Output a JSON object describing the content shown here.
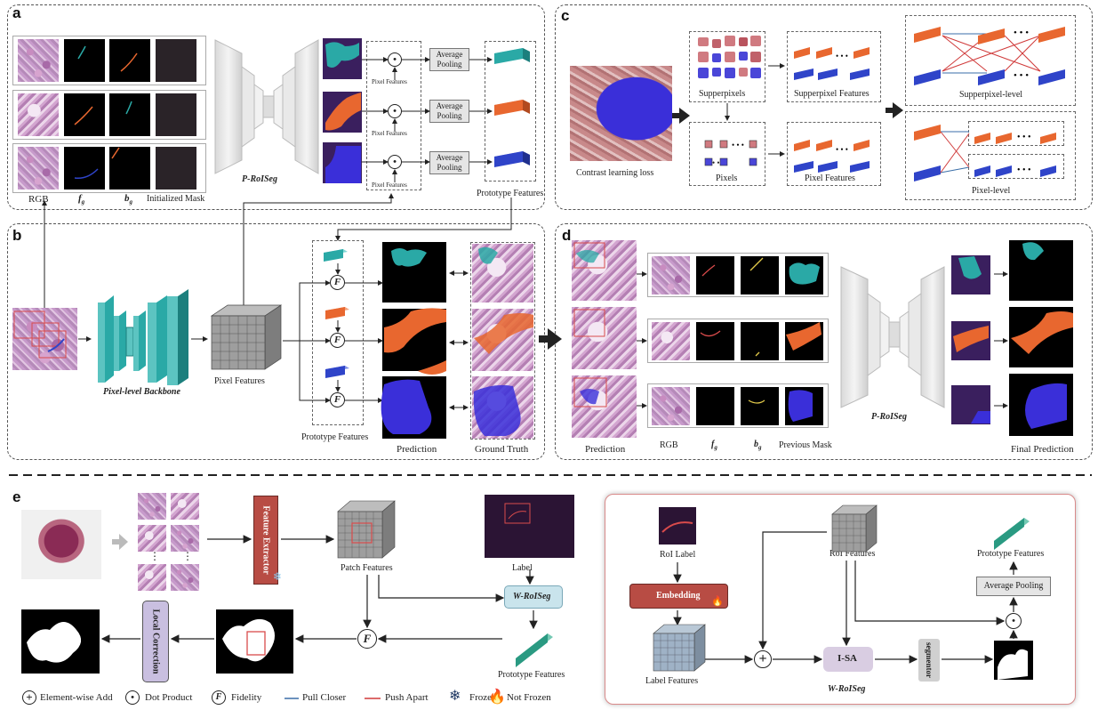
{
  "panels": {
    "a": "a",
    "b": "b",
    "c": "c",
    "d": "d",
    "e": "e"
  },
  "a": {
    "row_labels": {
      "rgb": "RGB",
      "fg": "f",
      "fg_sub": "g",
      "bg": "b",
      "bg_sub": "g",
      "mask": "Initialized Mask"
    },
    "network": "P-RoISeg",
    "pixel_features": "Pixel Features",
    "avg_pool": "Average Pooling",
    "prototype_features": "Prototype Features"
  },
  "b": {
    "backbone": "Pixel-level Backbone",
    "pixel_features": "Pixel Features",
    "prototype_features": "Prototype Features",
    "prediction": "Prediction",
    "ground_truth": "Ground Truth"
  },
  "c": {
    "contrast": "Contrast learning loss",
    "superpixels": "Supperpixels",
    "superpixel_features": "Supperpixel Features",
    "superpixel_level": "Supperpixel-level",
    "pixels": "Pixels",
    "pixel_features": "Pixel Features",
    "pixel_level": "Pixel-level",
    "dots": "• • •"
  },
  "d": {
    "prediction": "Prediction",
    "rgb": "RGB",
    "fg": "f",
    "fg_sub": "g",
    "bg": "b",
    "bg_sub": "g",
    "prev_mask": "Previous Mask",
    "network": "P-RoISeg",
    "final": "Final Prediction"
  },
  "e": {
    "feature_extractor": "Feature Extractor",
    "patch_features": "Patch Features",
    "label": "Label",
    "w_roiseg": "W-RoISeg",
    "prototype_features": "Prototype Features",
    "local_correction": "Local Correction",
    "fidelity_symbol": "F",
    "dots": "⋮"
  },
  "w_roiseg": {
    "roi_label": "RoI Label",
    "embedding": "Embedding",
    "label_features": "Label Features",
    "roi_features": "RoI Features",
    "prototype_features": "Prototype Features",
    "avg_pool": "Average Pooling",
    "isa": "I-SA",
    "segmentor": "segmentor",
    "title": "W-RoISeg"
  },
  "legend": {
    "add": "Element-wise Add",
    "dot": "Dot Product",
    "fidelity": "Fidelity",
    "pull": "Pull Closer",
    "push": "Push Apart",
    "frozen": "Frozen",
    "not_frozen": "Not Frozen"
  },
  "colors": {
    "teal": "#2aa9a6",
    "orange": "#e8672f",
    "blue": "#2f44c9",
    "red_line": "#d03a3a",
    "pull_line": "#3a6ea8",
    "embed": "#b84c44",
    "isa": "#d9cde2",
    "local": "#c9bfe0"
  }
}
